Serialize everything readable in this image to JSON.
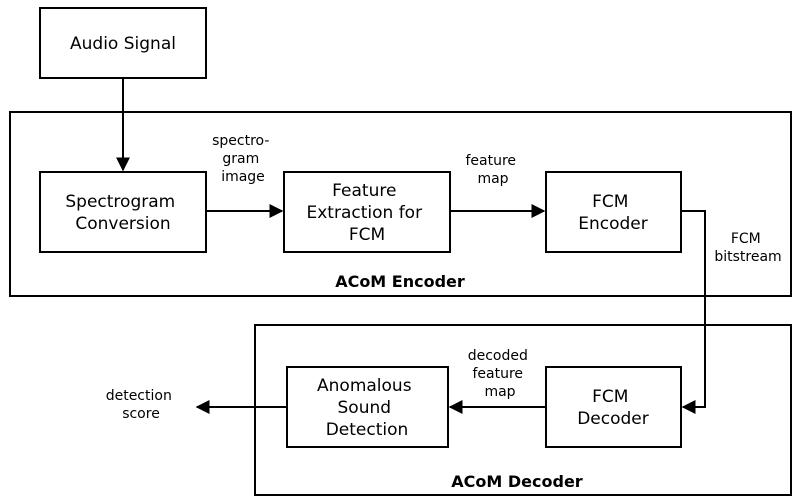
{
  "groups": {
    "encoder": {
      "title": "ACoM Encoder"
    },
    "decoder": {
      "title": "ACoM Decoder"
    }
  },
  "nodes": {
    "audio_signal": [
      "Audio Signal"
    ],
    "spectrogram_conversion": [
      "Spectrogram",
      "Conversion"
    ],
    "feature_extraction": [
      "Feature",
      "Extraction for",
      "FCM"
    ],
    "fcm_encoder": [
      "FCM",
      "Encoder"
    ],
    "fcm_decoder": [
      "FCM",
      "Decoder"
    ],
    "anomalous_detection": [
      "Anomalous",
      "Sound",
      "Detection"
    ]
  },
  "edges": {
    "spectrogram_image": [
      "spectro-",
      "gram",
      "image"
    ],
    "feature_map": [
      "feature",
      "map"
    ],
    "fcm_bitstream": [
      "FCM",
      "bitstream"
    ],
    "decoded_feature_map": [
      "decoded",
      "feature",
      "map"
    ],
    "detection_score": [
      "detection",
      "score"
    ]
  }
}
